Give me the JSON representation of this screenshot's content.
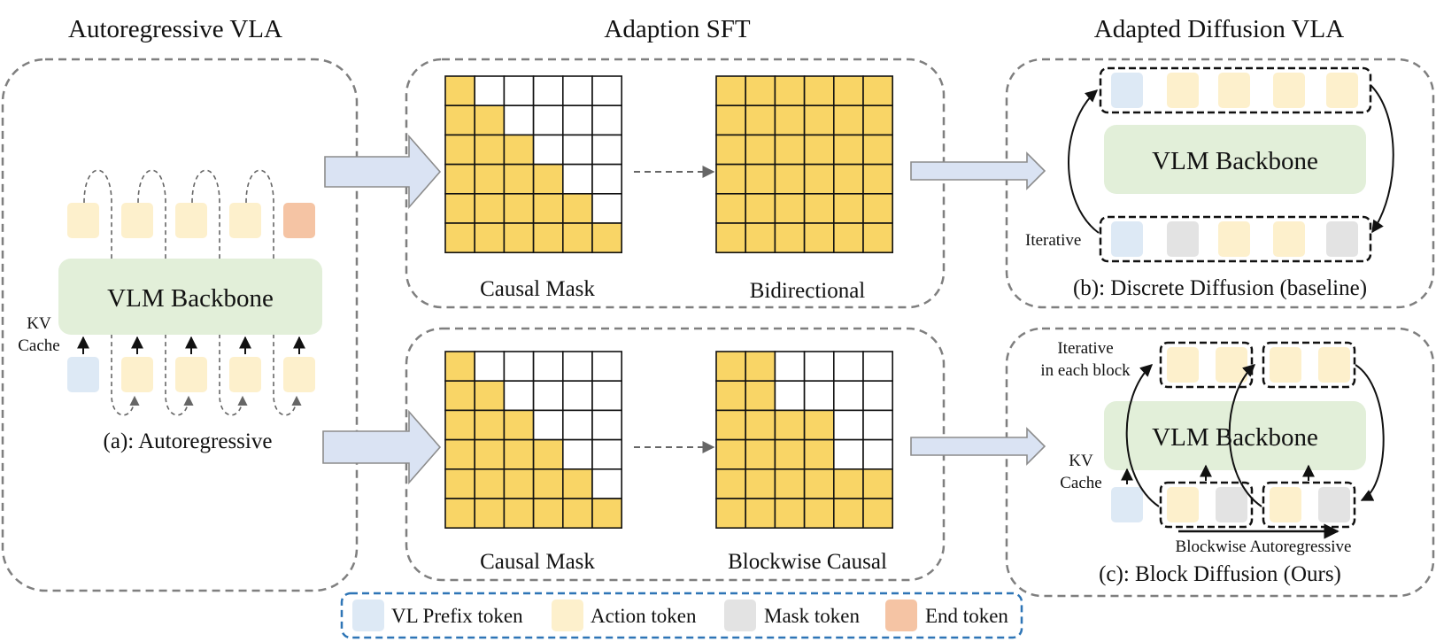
{
  "headings": {
    "autoregressive": "Autoregressive VLA",
    "adaption": "Adaption SFT",
    "adapted": "Adapted Diffusion VLA"
  },
  "panel_a": {
    "backbone": "VLM Backbone",
    "kv_line1": "KV",
    "kv_line2": "Cache",
    "caption": "(a): Autoregressive"
  },
  "adaption_top": {
    "left_label": "Causal Mask",
    "right_label": "Bidirectional"
  },
  "adaption_bottom": {
    "left_label": "Causal Mask",
    "right_label": "Blockwise Causal"
  },
  "panel_b": {
    "backbone": "VLM Backbone",
    "iterative": "Iterative",
    "caption": "(b): Discrete Diffusion (baseline)"
  },
  "panel_c": {
    "backbone": "VLM Backbone",
    "iterative_line1": "Iterative",
    "iterative_line2": "in each block",
    "kv_line1": "KV",
    "kv_line2": "Cache",
    "blockwise": "Blockwise Autoregressive",
    "caption": "(c): Block Diffusion (Ours)"
  },
  "legend": {
    "items": [
      {
        "label": "VL Prefix token",
        "color": "#dde9f5"
      },
      {
        "label": "Action token",
        "color": "#fdf0cc"
      },
      {
        "label": "Mask token",
        "color": "#e3e3e3"
      },
      {
        "label": "End token",
        "color": "#f5c4a4"
      }
    ]
  },
  "colors": {
    "mask_fill": "#f9d566",
    "backbone_fill": "#e2efd9",
    "arrow_fill": "#dae3f3",
    "legend_border": "#2e75b6",
    "panel_border": "#7f7f7f"
  }
}
